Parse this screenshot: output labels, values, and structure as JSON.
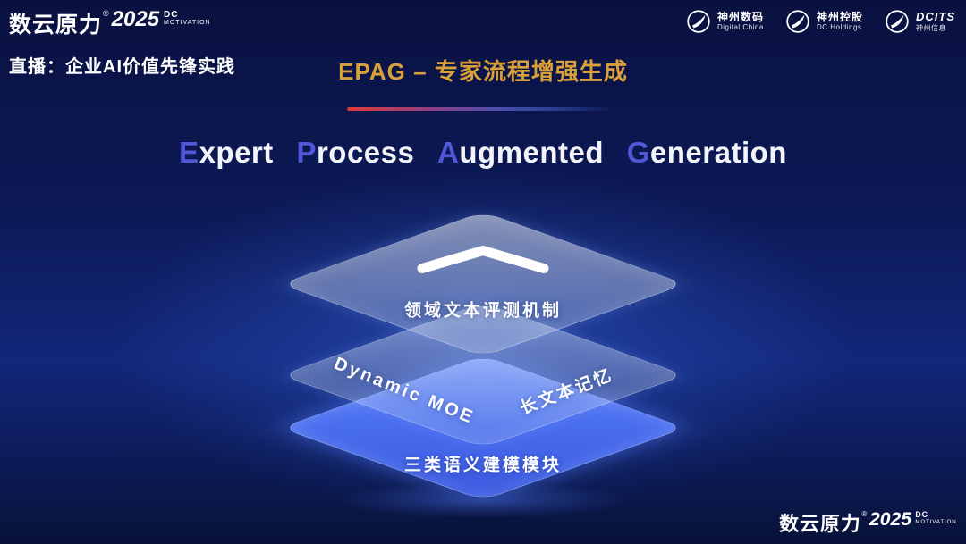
{
  "brand": {
    "name": "数云原力",
    "reg": "®",
    "year": "2025",
    "dc": "DC",
    "motivation": "MOTIVATION"
  },
  "header": {
    "live_label": "直播：企业AI价值先锋实践",
    "slide_title": "EPAG – 专家流程增强生成"
  },
  "partners": [
    {
      "name": "神州数码",
      "sub": "Digital China"
    },
    {
      "name": "神州控股",
      "sub": "DC Holdings"
    },
    {
      "name": "DCITS",
      "sub": "神州信息"
    }
  ],
  "title": {
    "w1f": "E",
    "w1r": "xpert",
    "w2f": "P",
    "w2r": "rocess",
    "w3f": "A",
    "w3r": "ugmented",
    "w4f": "G",
    "w4r": "eneration"
  },
  "diagram": {
    "layer1_label": "领域文本评测机制",
    "layer2_left": "Dynamic MOE",
    "layer2_right": "长文本记忆",
    "layer3_label": "三类语义建模模块"
  },
  "colors": {
    "gold": "#d9a03a",
    "title_initial_blue": "#5058d8",
    "layer_blue": "#4a6ff0",
    "background_navy": "#0a1140"
  }
}
